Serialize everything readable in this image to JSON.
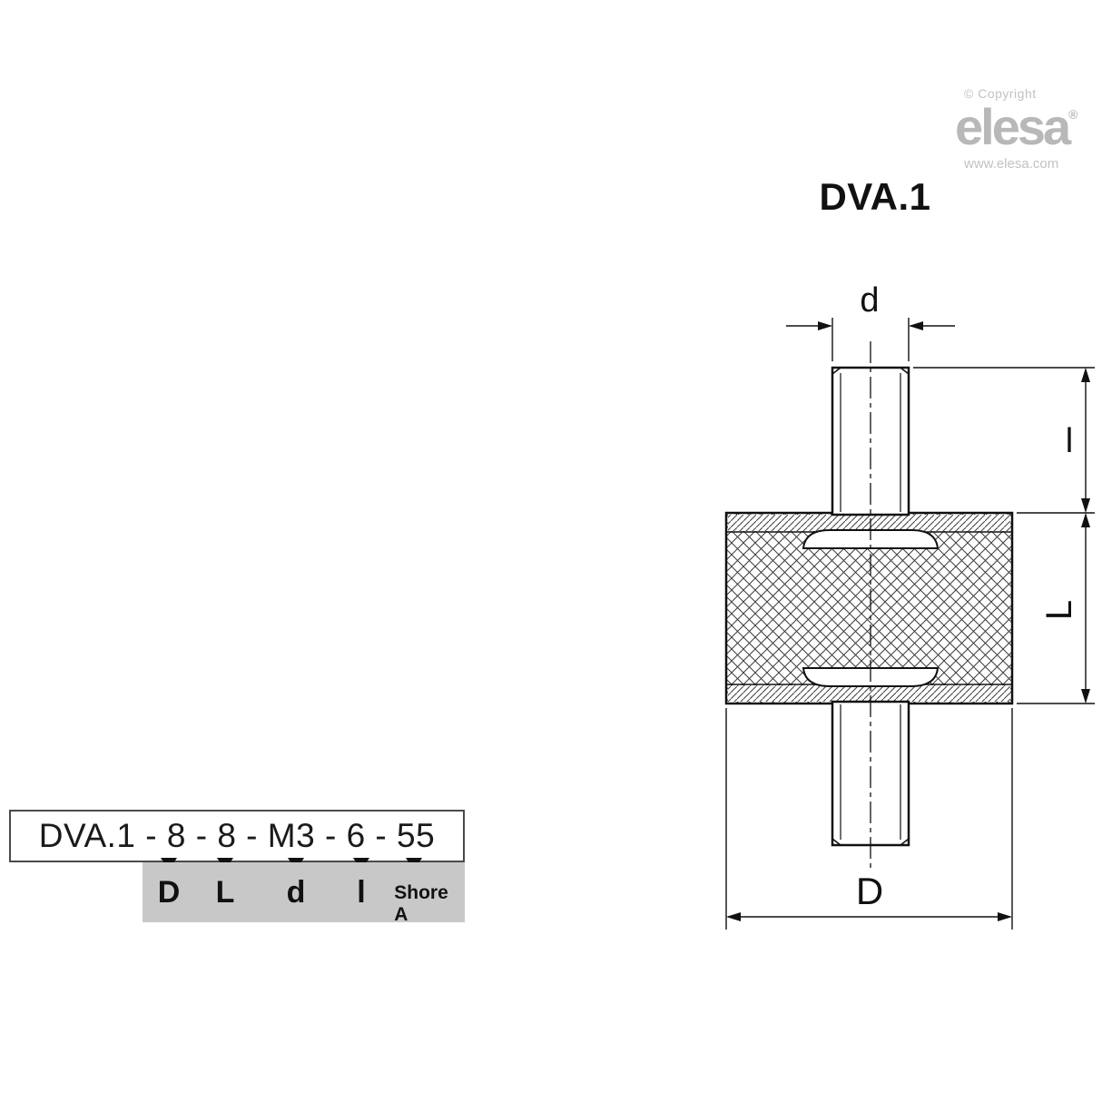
{
  "branding": {
    "copyright": "© Copyright",
    "logo": "elesa",
    "registered": "®",
    "website": "www.elesa.com"
  },
  "title": "DVA.1",
  "drawing": {
    "dims": {
      "d": "d",
      "l": "l",
      "L": "L",
      "D": "D"
    }
  },
  "order_code": {
    "code": "DVA.1 - 8 - 8 - M3 - 6 - 55",
    "labels": [
      "D",
      "L",
      "d",
      "l",
      "Shore A"
    ]
  }
}
